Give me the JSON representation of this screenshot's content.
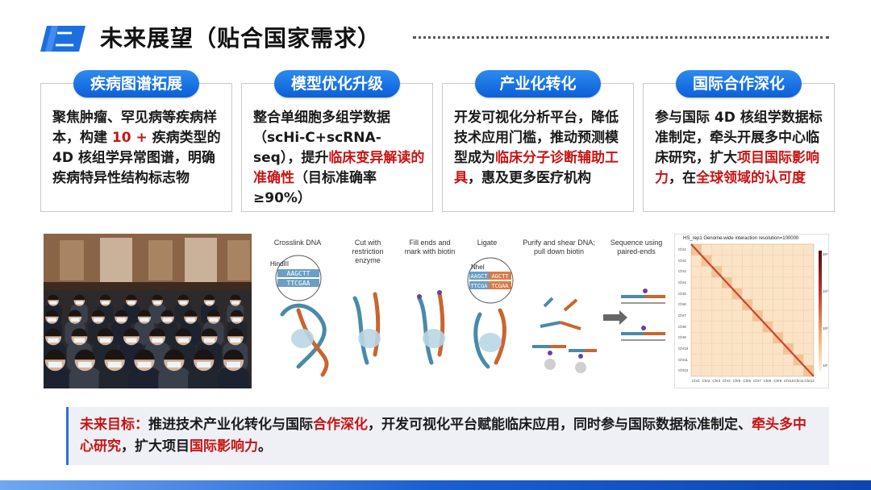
{
  "header": {
    "badge_text": "二",
    "title": "未来展望（贴合国家需求）"
  },
  "cards": [
    {
      "title": "疾病图谱拓展",
      "body": [
        {
          "t": "聚焦肿瘤、罕见病等疾病样本，构建 ",
          "h": false
        },
        {
          "t": "10 +",
          "h": true
        },
        {
          "t": " 疾病类型的 4D 核组学异常图谱，明确疾病特异性结构标志物",
          "h": false
        }
      ]
    },
    {
      "title": "模型优化升级",
      "body": [
        {
          "t": "整合单细胞多组学数据（scHi-C+scRNA-seq），提升",
          "h": false
        },
        {
          "t": "临床变异解读的准确性",
          "h": true
        },
        {
          "t": "（目标准确率≥90%）",
          "h": false
        }
      ]
    },
    {
      "title": "产业化转化",
      "body": [
        {
          "t": "开发可视化分析平台，降低技术应用门槛，推动预测模型成为",
          "h": false
        },
        {
          "t": "临床分子诊断辅助工具",
          "h": true
        },
        {
          "t": "，惠及更多医疗机构",
          "h": false
        }
      ]
    },
    {
      "title": "国际合作深化",
      "body": [
        {
          "t": "参与国际 4D 核组学数据标准制定，牵头开展多中心临床研究，扩大",
          "h": false
        },
        {
          "t": "项目国际影响力",
          "h": true
        },
        {
          "t": "，在",
          "h": false
        },
        {
          "t": "全球领域的认可度",
          "h": true
        }
      ]
    }
  ],
  "workflow": {
    "steps": [
      "Crosslink DNA",
      "Cut with restriction enzyme",
      "Fill ends and mark with biotin",
      "Ligate",
      "Purify and shear DNA; pull down biotin",
      "Sequence using paired-ends"
    ],
    "enzyme1": "HindIII",
    "enzyme2": "NheI",
    "seq_top_left": "AAGCTT",
    "seq_bottom_left": "TTCGAA",
    "seq_top_a": "AAGCT",
    "seq_top_b": "AGCTT",
    "seq_bottom_a": "TTCGA",
    "seq_bottom_b": "TCGAA"
  },
  "heatmap": {
    "title": "HS_rep1 Genome-wide interaction resolution=100000",
    "chromosomes": [
      "Chr1",
      "Chr2",
      "Chr3",
      "Chr4",
      "Chr5",
      "Chr6",
      "Chr7",
      "Chr8",
      "Chr9",
      "Chr10",
      "Chr11",
      "Chr12"
    ],
    "x_labels": [
      "Chr1",
      "Chr2",
      "Chr3",
      "Chr4",
      "Chr5",
      "Chr6",
      "Chr7",
      "Chr8",
      "Chr9",
      "Chr10",
      "Chr11",
      "Chr12"
    ],
    "colorbar_labels": [
      "10⁴",
      "10³",
      "10²",
      "10¹"
    ]
  },
  "goal": {
    "label": "未来目标：",
    "body": [
      {
        "t": "推进技术产业化转化与国际",
        "h": false
      },
      {
        "t": "合作深化",
        "h": true
      },
      {
        "t": "，开发可视化平台赋能临床应用，同时参与国际数据标准制定、",
        "h": false
      },
      {
        "t": "牵头多中心研究",
        "h": true
      },
      {
        "t": "，扩大项目",
        "h": false
      },
      {
        "t": "国际影响力",
        "h": true
      },
      {
        "t": "。",
        "h": false
      }
    ]
  },
  "colors": {
    "accent_blue": "#0d5fd6",
    "highlight_red": "#c81414"
  }
}
